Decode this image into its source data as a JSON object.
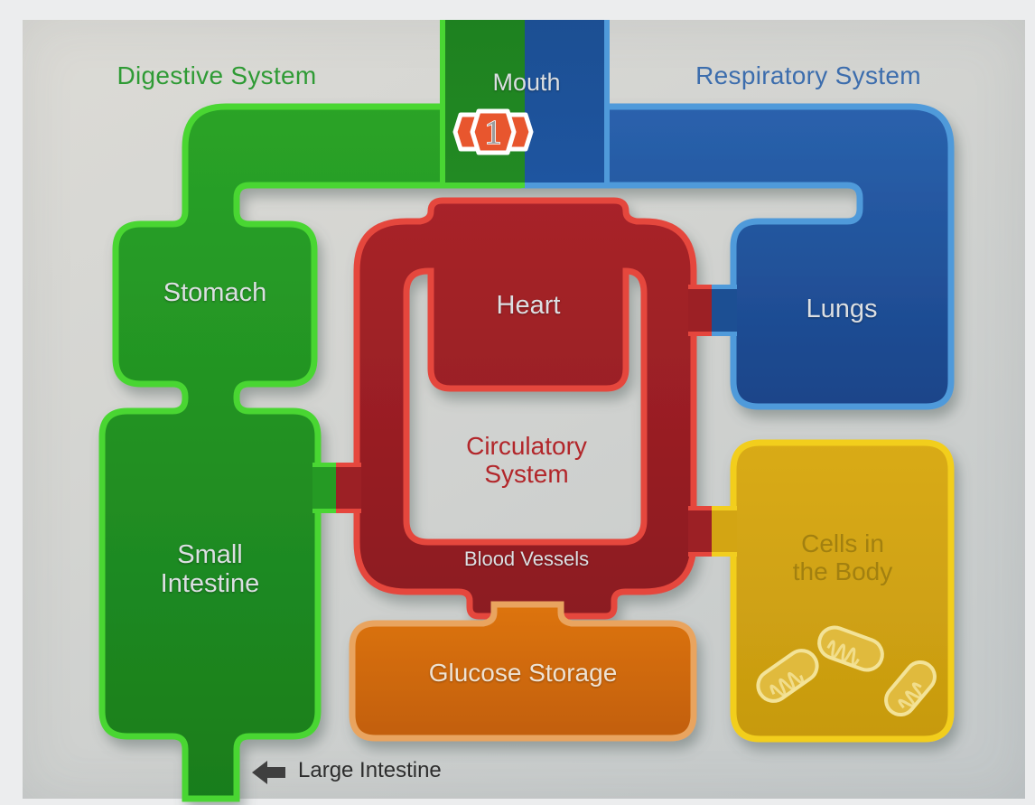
{
  "systems": {
    "digestive": {
      "label": "Digestive System",
      "color": "#2f9b35"
    },
    "respiratory": {
      "label": "Respiratory System",
      "color": "#3c6dad"
    },
    "circulatory": {
      "label": "Circulatory\nSystem",
      "color": "#b2262a"
    }
  },
  "nodes": {
    "mouth": {
      "label": "Mouth"
    },
    "stomach": {
      "label": "Stomach"
    },
    "small_intestine": {
      "label": "Small\nIntestine"
    },
    "large_intestine": {
      "label": "Large Intestine"
    },
    "heart": {
      "label": "Heart"
    },
    "blood_vessels": {
      "label": "Blood Vessels"
    },
    "lungs": {
      "label": "Lungs"
    },
    "glucose_storage": {
      "label": "Glucose Storage"
    },
    "cells": {
      "label": "Cells in\nthe Body"
    }
  },
  "badge": {
    "value": "1"
  },
  "colors": {
    "green_fill": "#228a23",
    "green_edge": "#49d633",
    "blue_fill": "#1e55a0",
    "blue_edge": "#4f9ada",
    "red_fill": "#9c2025",
    "red_edge": "#e5463d",
    "yellow_fill": "#d3a513",
    "yellow_edge": "#f2ce1f",
    "orange_fill": "#d2690b",
    "orange_edge": "#e9a45f",
    "hex_badge": "#e8562e",
    "pipe_label_text": "#dcdfe2",
    "cells_text": "#a28010",
    "arrow_gray": "#3f3f3f"
  }
}
